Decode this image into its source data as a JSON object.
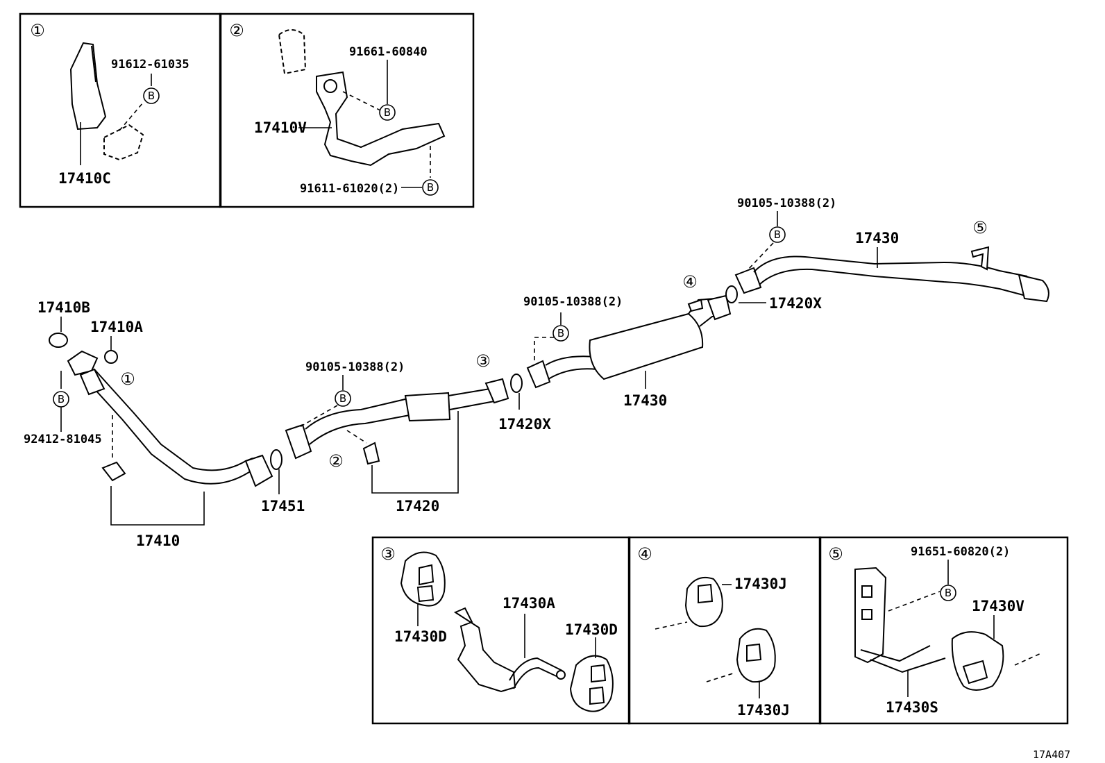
{
  "bolt_symbol": "B",
  "detail_boxes": [
    {
      "id": "1",
      "number": "①",
      "labels": {
        "bolt": "91612-61035",
        "part": "17410C"
      }
    },
    {
      "id": "2",
      "number": "②",
      "labels": {
        "bolt_top": "91661-60840",
        "part": "17410V",
        "bolt_bottom": "91611-61020(2)"
      }
    },
    {
      "id": "3",
      "number": "③",
      "labels": {
        "left": "17430D",
        "middle": "17430A",
        "right": "17430D"
      }
    },
    {
      "id": "4",
      "number": "④",
      "labels": {
        "top": "17430J",
        "bottom": "17430J"
      }
    },
    {
      "id": "5",
      "number": "⑤",
      "labels": {
        "bolt": "91651-60820(2)",
        "hanger": "17430V",
        "bracket": "17430S"
      }
    }
  ],
  "main": {
    "labels": {
      "p17410B": "17410B",
      "p17410A": "17410A",
      "p92412": "92412-81045",
      "p17410": "17410",
      "p17451": "17451",
      "p90105_a": "90105-10388(2)",
      "p17420": "17420",
      "p17420X_a": "17420X",
      "p90105_b": "90105-10388(2)",
      "p17430_muffler": "17430",
      "p90105_c": "90105-10388(2)",
      "p17430_tail": "17430",
      "p17420X_b": "17420X"
    },
    "refs": {
      "r1": "①",
      "r2": "②",
      "r3": "③",
      "r4": "④",
      "r5": "⑤"
    }
  },
  "figure_code": "17A407"
}
